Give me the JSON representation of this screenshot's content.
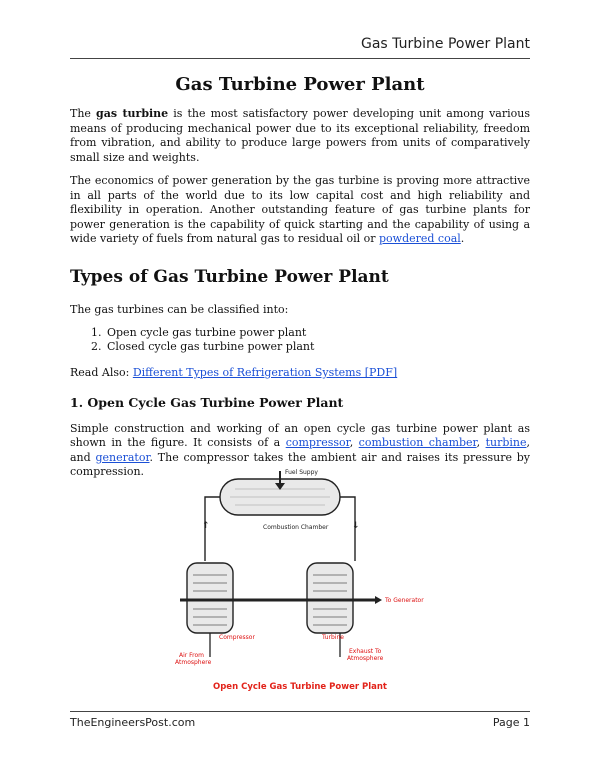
{
  "header": {
    "running_title": "Gas Turbine Power Plant"
  },
  "article": {
    "title": "Gas Turbine Power Plant",
    "p1": {
      "before": "The ",
      "bold": "gas turbine",
      "after": " is the most satisfactory power developing unit among various means of producing mechanical power due to its exceptional reliability, freedom from vibration, and ability to produce large powers from units of comparatively small size and weights."
    },
    "p2": {
      "text": "The economics of power generation by the gas turbine is proving more attractive in all parts of the world due to its low capital cost and high reliability and flexibility in operation. Another outstanding feature of gas turbine plants for power generation is the capability of quick starting and the capability of using a wide variety of fuels from natural gas to residual oil or ",
      "link": "powdered coal",
      "end": "."
    },
    "types_heading": "Types of Gas Turbine Power Plant",
    "classify_text": "The gas turbines can be classified into:",
    "types": [
      "Open cycle gas turbine power plant",
      "Closed cycle gas turbine power plant"
    ],
    "read_also": {
      "label": "Read Also: ",
      "link": "Different Types of Refrigeration Systems [PDF]"
    },
    "section1": {
      "heading": "1. Open Cycle Gas Turbine Power Plant",
      "text_a": "Simple construction and working of an open cycle gas turbine power plant as shown in the figure. It consists of a ",
      "link_compressor": "compressor",
      "sep1": ", ",
      "link_combustion": "combustion chamber",
      "sep2": ", ",
      "link_turbine": "turbine",
      "sep3": ", and ",
      "link_generator": "generator",
      "text_b": ". The compressor takes the ambient air and raises its pressure by compression."
    }
  },
  "figure": {
    "fuel_supply": "Fuel Suppy",
    "combustion_chamber": "Combustion Chamber",
    "to_generator": "To Generator",
    "compressor": "Compressor",
    "turbine": "Turbine",
    "air_from": "Air From",
    "atmosphere_left": "Atmosphere",
    "exhaust_to": "Exhaust To",
    "atmosphere_right": "Atmosphere",
    "caption": "Open Cycle Gas Turbine Power Plant",
    "colors": {
      "caption": "#e2231a",
      "line": "#222222",
      "fill": "#e9e9e9"
    }
  },
  "footer": {
    "site": "TheEngineersPost.com",
    "page": "Page 1"
  }
}
